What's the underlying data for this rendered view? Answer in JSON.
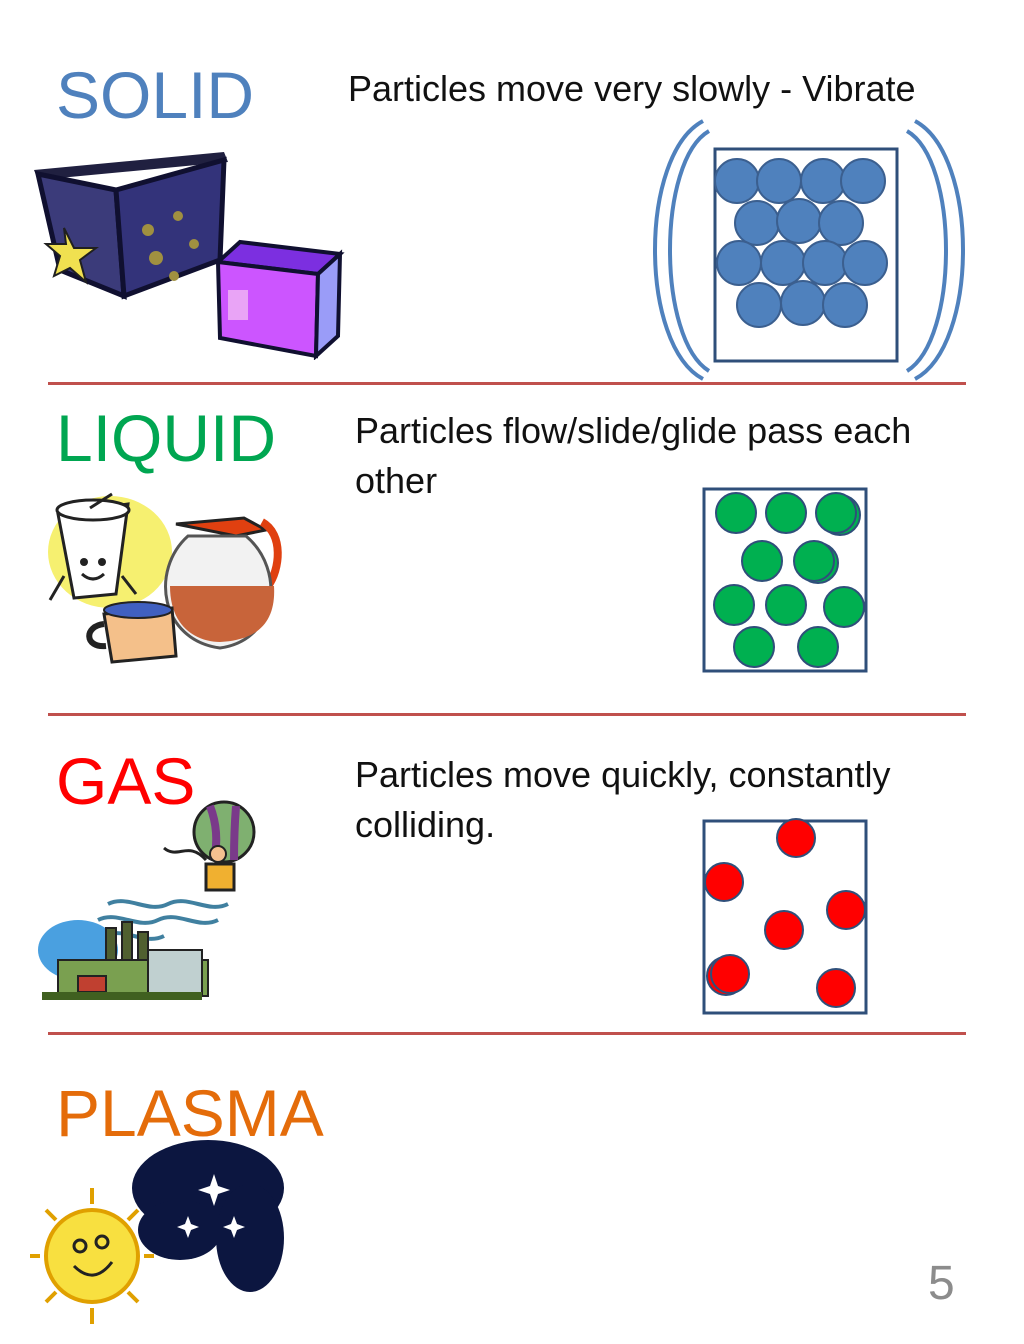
{
  "page_number": "5",
  "colors": {
    "divider": "#c0504d"
  },
  "sections": [
    {
      "key": "solid",
      "title": "SOLID",
      "title_color": "#4f81bd",
      "description": "Particles move very slowly - Vibrate",
      "particle_color": "#4f81bd",
      "clipart": "box-and-cube-clipart"
    },
    {
      "key": "liquid",
      "title": "LIQUID",
      "title_color": "#00a651",
      "description": " Particles flow/slide/glide pass each other",
      "particle_color": "#00a64f",
      "clipart": "cup-and-coffee-pot-clipart"
    },
    {
      "key": "gas",
      "title": "GAS",
      "title_color": "#ff0000",
      "description": " Particles move quickly, constantly colliding.",
      "particle_color": "#ff0000",
      "clipart": "balloon-and-factory-clipart"
    },
    {
      "key": "plasma",
      "title": "PLASMA",
      "title_color": "#e46c0a",
      "clipart": "sun-and-galaxy-clipart"
    }
  ]
}
